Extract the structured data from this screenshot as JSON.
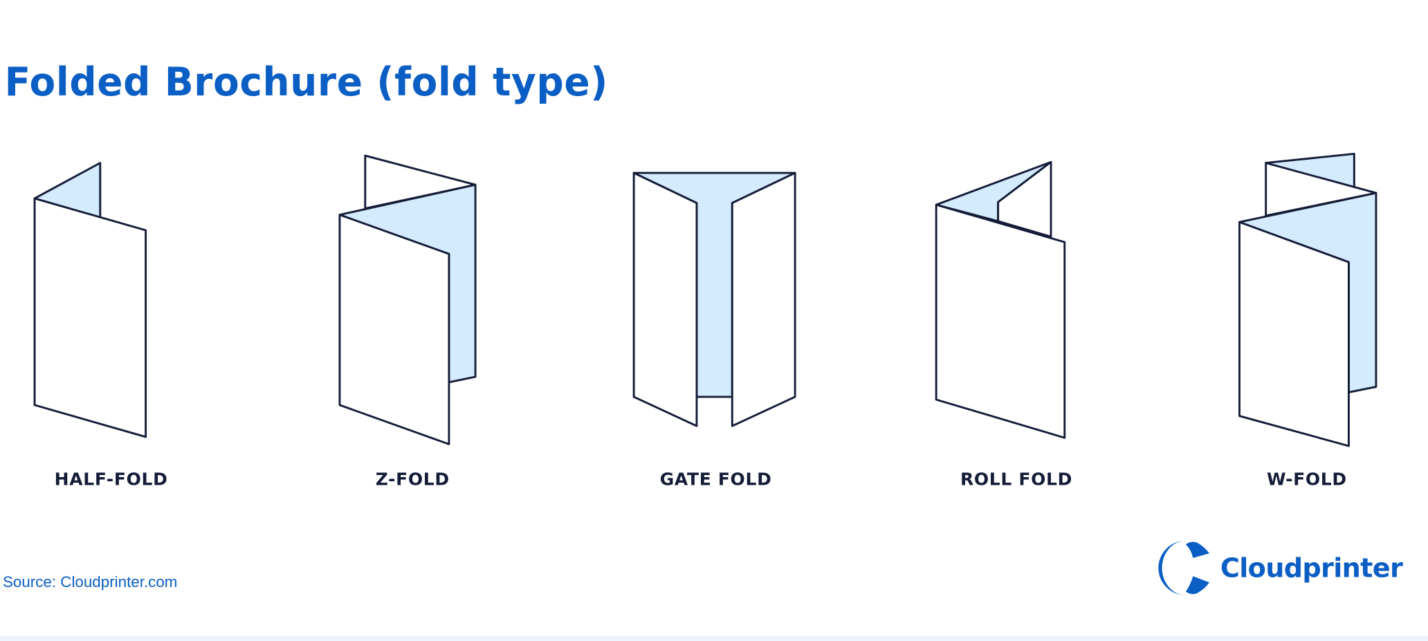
{
  "title": "Folded Brochure (fold type)",
  "folds": [
    {
      "label": "HALF-FOLD"
    },
    {
      "label": "Z-FOLD"
    },
    {
      "label": "GATE FOLD"
    },
    {
      "label": "ROLL FOLD"
    },
    {
      "label": "W-FOLD"
    }
  ],
  "source": "Source: Cloudprinter.com",
  "logo": {
    "text": "Cloudprinter"
  },
  "colors": {
    "brand": "#0a5ec4",
    "outline": "#141c38",
    "panel_fill": "#d4eafd"
  }
}
